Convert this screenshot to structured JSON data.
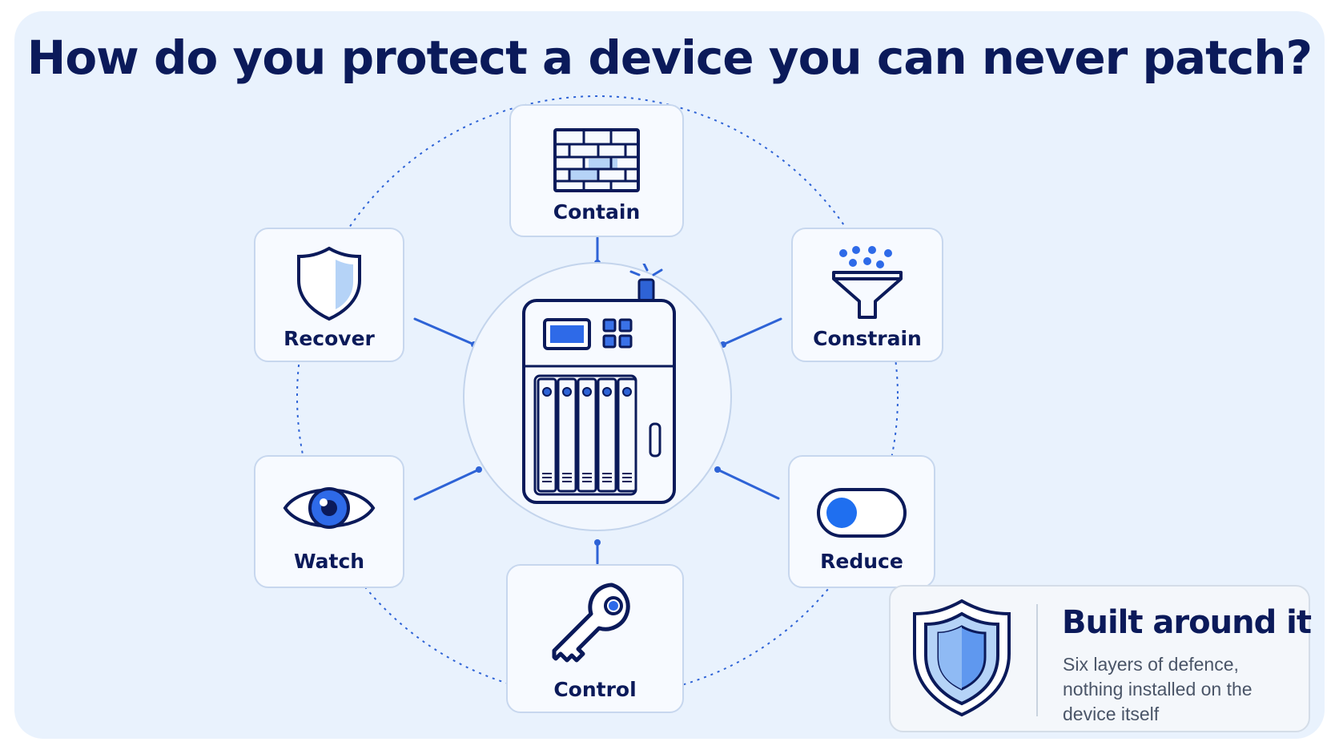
{
  "title": "How do you protect a device you can never patch?",
  "layers": {
    "contain": {
      "label": "Contain",
      "icon": "brick-wall-icon"
    },
    "constrain": {
      "label": "Constrain",
      "icon": "funnel-icon"
    },
    "reduce": {
      "label": "Reduce",
      "icon": "toggle-switch-icon"
    },
    "control": {
      "label": "Control",
      "icon": "key-icon"
    },
    "watch": {
      "label": "Watch",
      "icon": "eye-icon"
    },
    "recover": {
      "label": "Recover",
      "icon": "shield-icon"
    }
  },
  "hub": {
    "icon": "unpatched-device-icon"
  },
  "callout": {
    "title": "Built around it",
    "body": "Six layers of defence, nothing installed on the device itself",
    "icon": "double-shield-icon"
  },
  "colors": {
    "navy": "#0b1a5a",
    "accent": "#2563eb",
    "light_fill": "#b5d3f7",
    "background": "#e9f2fd"
  }
}
